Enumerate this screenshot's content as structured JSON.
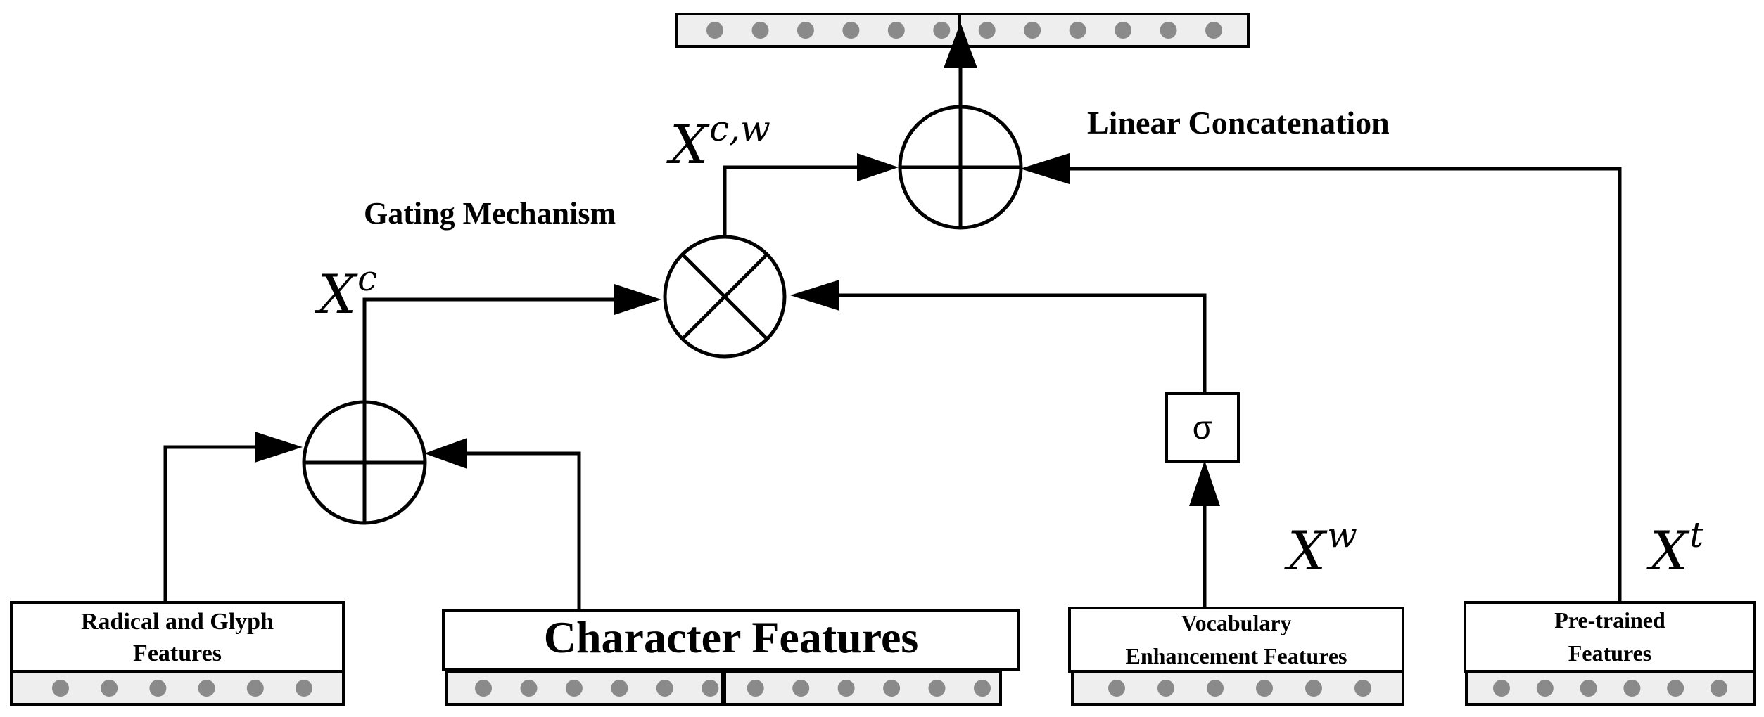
{
  "labels": {
    "linear_concatenation": "Linear Concatenation",
    "gating_mechanism": "Gating Mechanism",
    "sigma": "σ"
  },
  "variables": {
    "xc_base": "X",
    "xc_sup": "c",
    "xcw_base": "X",
    "xcw_sup": "c,w",
    "xw_base": "X",
    "xw_sup": "w",
    "xt_base": "X",
    "xt_sup": "t"
  },
  "feature_boxes": {
    "radical_line1": "Radical and Glyph",
    "radical_line2": "Features",
    "character": "Character Features",
    "vocab_line1": "Vocabulary",
    "vocab_line2": "Enhancement Features",
    "pretrained_line1": "Pre-trained",
    "pretrained_line2": "Features"
  },
  "vectors": {
    "radical_dots": 6,
    "character_dots": 12,
    "vocab_dots": 6,
    "pretrained_dots": 6,
    "output_dots": 12
  },
  "colors": {
    "line": "#000000",
    "dot": "#8a8a8a",
    "strip_fill": "#eeeeee"
  }
}
